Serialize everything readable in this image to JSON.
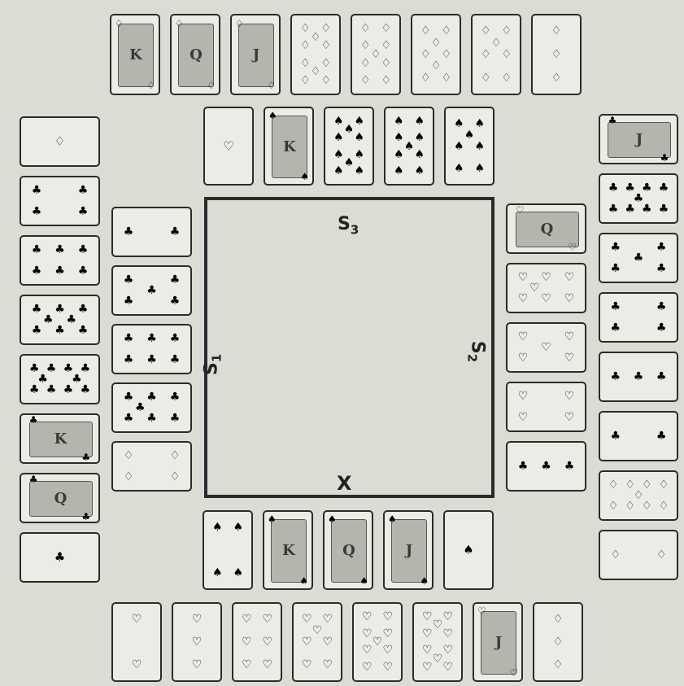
{
  "colors": {
    "background": "#dcdcd5",
    "ink": "#2b2b2b",
    "card": "#ecece6"
  },
  "labels": {
    "s3": "S",
    "s3_sub": "3",
    "s1": "S",
    "s1_sub": "1",
    "s2": "S",
    "s2_sub": "2",
    "x": "X"
  },
  "groups": {
    "top_diamonds": [
      {
        "suit": "diamonds",
        "rank": "K"
      },
      {
        "suit": "diamonds",
        "rank": "Q"
      },
      {
        "suit": "diamonds",
        "rank": "J"
      },
      {
        "suit": "diamonds",
        "rank": "10"
      },
      {
        "suit": "diamonds",
        "rank": "9"
      },
      {
        "suit": "diamonds",
        "rank": "8"
      },
      {
        "suit": "diamonds",
        "rank": "7"
      },
      {
        "suit": "diamonds",
        "rank": "3"
      }
    ],
    "upper_middle": [
      {
        "suit": "hearts",
        "rank": "A"
      },
      {
        "suit": "spades",
        "rank": "K"
      },
      {
        "suit": "spades",
        "rank": "10"
      },
      {
        "suit": "spades",
        "rank": "9"
      },
      {
        "suit": "spades",
        "rank": "7"
      }
    ],
    "far_left_column": [
      {
        "suit": "diamonds",
        "rank": "A"
      },
      {
        "suit": "clubs",
        "rank": "4"
      },
      {
        "suit": "clubs",
        "rank": "6"
      },
      {
        "suit": "clubs",
        "rank": "8"
      },
      {
        "suit": "clubs",
        "rank": "10"
      },
      {
        "suit": "clubs",
        "rank": "K"
      },
      {
        "suit": "clubs",
        "rank": "Q"
      },
      {
        "suit": "clubs",
        "rank": "A"
      }
    ],
    "inner_left_column": [
      {
        "suit": "clubs",
        "rank": "2"
      },
      {
        "suit": "clubs",
        "rank": "5"
      },
      {
        "suit": "clubs",
        "rank": "6"
      },
      {
        "suit": "clubs",
        "rank": "7"
      },
      {
        "suit": "diamonds",
        "rank": "4"
      }
    ],
    "inner_right_column": [
      {
        "suit": "hearts",
        "rank": "Q"
      },
      {
        "suit": "hearts",
        "rank": "7"
      },
      {
        "suit": "hearts",
        "rank": "5"
      },
      {
        "suit": "hearts",
        "rank": "4"
      },
      {
        "suit": "clubs",
        "rank": "3"
      }
    ],
    "far_right_column": [
      {
        "suit": "clubs",
        "rank": "J"
      },
      {
        "suit": "clubs",
        "rank": "9"
      },
      {
        "suit": "clubs",
        "rank": "5"
      },
      {
        "suit": "clubs",
        "rank": "4"
      },
      {
        "suit": "clubs",
        "rank": "3"
      },
      {
        "suit": "clubs",
        "rank": "2"
      },
      {
        "suit": "diamonds",
        "rank": "9"
      },
      {
        "suit": "diamonds",
        "rank": "2"
      }
    ],
    "lower_middle": [
      {
        "suit": "spades",
        "rank": "4"
      },
      {
        "suit": "spades",
        "rank": "K"
      },
      {
        "suit": "spades",
        "rank": "Q"
      },
      {
        "suit": "spades",
        "rank": "J"
      },
      {
        "suit": "spades",
        "rank": "A"
      }
    ],
    "bottom_hearts": [
      {
        "suit": "hearts",
        "rank": "2"
      },
      {
        "suit": "hearts",
        "rank": "3"
      },
      {
        "suit": "hearts",
        "rank": "6"
      },
      {
        "suit": "hearts",
        "rank": "7"
      },
      {
        "suit": "hearts",
        "rank": "9"
      },
      {
        "suit": "hearts",
        "rank": "10"
      },
      {
        "suit": "hearts",
        "rank": "J"
      },
      {
        "suit": "diamonds",
        "rank": "3"
      }
    ]
  }
}
